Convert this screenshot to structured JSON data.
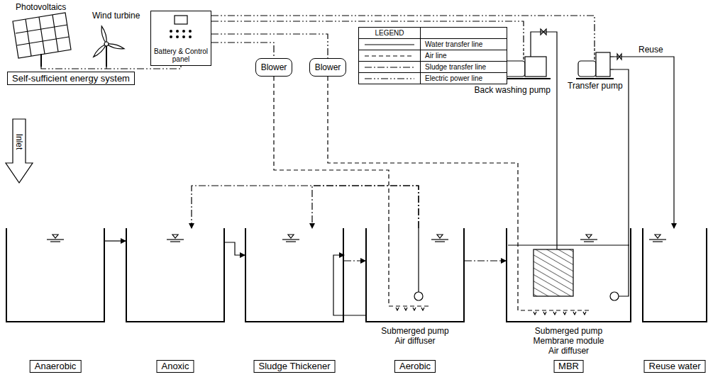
{
  "diagram": {
    "nodes": [
      {
        "text": [
          "Battery & Control panel"
        ]
      },
      {
        "text": [
          "Self-sufficient energy system"
        ]
      },
      {
        "text": [
          "Blower"
        ]
      },
      {
        "text": [
          "Blower"
        ]
      },
      {
        "text": [
          "Back washing pump"
        ]
      },
      {
        "text": [
          "Transfer pump"
        ]
      },
      {
        "text": [
          "Anaerobic"
        ]
      },
      {
        "text": [
          "Anoxic"
        ]
      },
      {
        "text": [
          "Sludge Thickener"
        ]
      },
      {
        "text": [
          "Submerged pump Air diffuser",
          "Aerobic"
        ]
      },
      {
        "text": [
          "Submerged pump Membrane module Air diffuser",
          "MBR"
        ]
      },
      {
        "text": [
          "Reuse water"
        ]
      }
    ],
    "edges": [
      {
        "from": 6,
        "to": 7,
        "arrow": "to"
      },
      {
        "from": 7,
        "to": 8,
        "arrow": "to"
      },
      {
        "from": 8,
        "to": 9,
        "arrow": "to"
      },
      {
        "from": 9,
        "to": 10,
        "arrow": "to"
      },
      {
        "from": 9,
        "to": 7,
        "arrow": "to"
      },
      {
        "from": 9,
        "to": 8,
        "arrow": "to"
      },
      {
        "from": 9,
        "to": 8,
        "arrow": "to"
      },
      {
        "from": 2,
        "to": 9,
        "arrow": "none"
      },
      {
        "from": 3,
        "to": 10,
        "arrow": "none"
      },
      {
        "from": 10,
        "to": 5,
        "arrow": "none"
      },
      {
        "from": 5,
        "to": 11,
        "label": "Reuse",
        "arrow": "to"
      },
      {
        "from": 4,
        "to": 10,
        "arrow": "none"
      },
      {
        "from": 0,
        "to": 2,
        "arrow": "none"
      },
      {
        "from": 0,
        "to": 3,
        "arrow": "none"
      },
      {
        "from": 0,
        "to": 4,
        "arrow": "none"
      },
      {
        "from": 0,
        "to": 5,
        "arrow": "none"
      }
    ],
    "labels": [
      "Photovoltaics",
      "Wind turbine",
      "Inlet",
      "LEGEND"
    ],
    "legend": [
      {
        "text": "Water transfer line"
      },
      {
        "text": "Air line"
      },
      {
        "text": "Sludge transfer line"
      },
      {
        "text": "Electric power line"
      }
    ]
  }
}
